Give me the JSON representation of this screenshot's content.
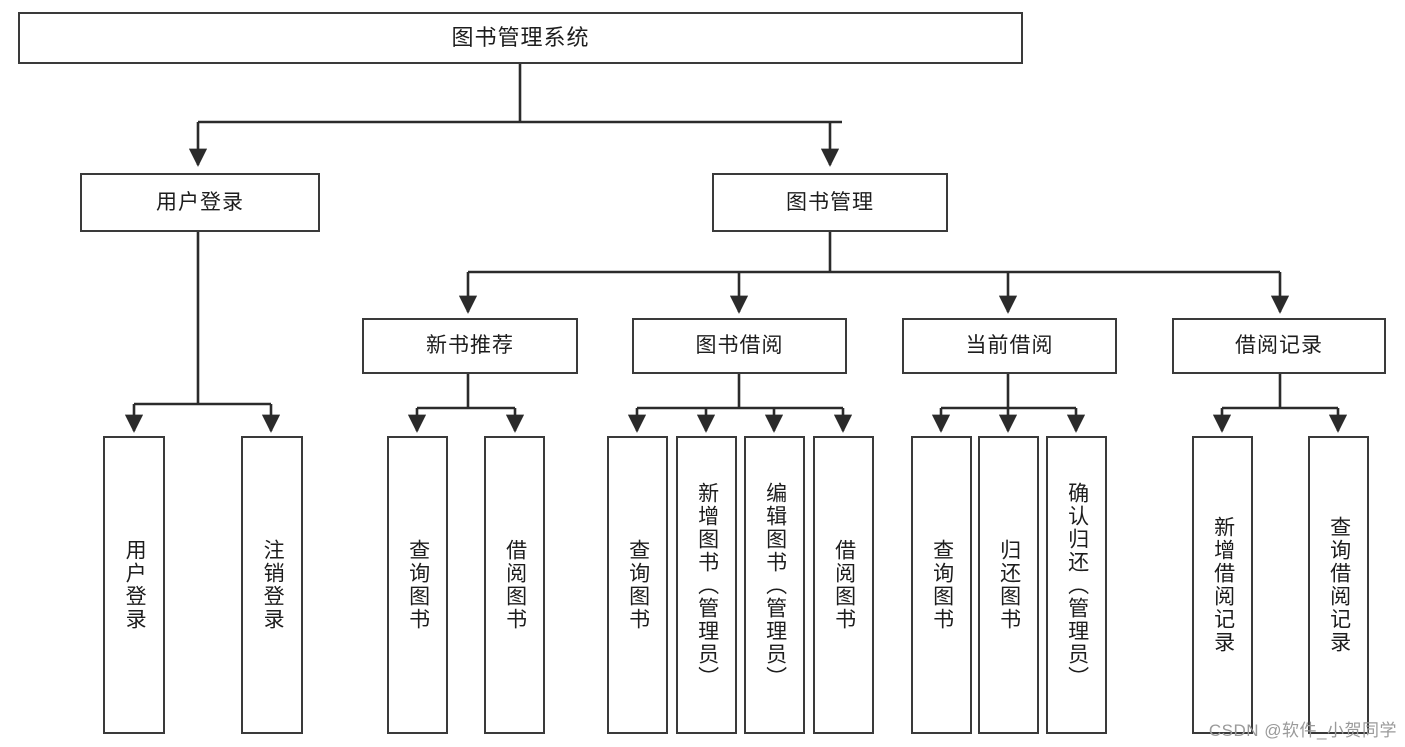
{
  "diagram": {
    "title": "图书管理系统",
    "type": "tree-hierarchy",
    "colors": {
      "border": "#3a3a3a",
      "fill": "#ffffff",
      "text": "#1d1d1d",
      "connector": "#2b2b2b",
      "watermark": "#9a9a9a"
    },
    "watermark": "CSDN @软件_小贺同学",
    "nodes": {
      "root": {
        "label": "图书管理系统"
      },
      "level2": [
        {
          "id": "user-login",
          "label": "用户登录"
        },
        {
          "id": "book-manage",
          "label": "图书管理"
        }
      ],
      "level3": [
        {
          "id": "new-book-recommend",
          "label": "新书推荐"
        },
        {
          "id": "book-borrow",
          "label": "图书借阅"
        },
        {
          "id": "current-borrow",
          "label": "当前借阅"
        },
        {
          "id": "borrow-record",
          "label": "借阅记录"
        }
      ],
      "leaves": {
        "user_login": [
          {
            "id": "leaf-user-login",
            "label": "用户登录"
          },
          {
            "id": "leaf-logout",
            "label": "注销登录"
          }
        ],
        "new_book_recommend": [
          {
            "id": "leaf-query-book-1",
            "label": "查询图书"
          },
          {
            "id": "leaf-borrow-book-1",
            "label": "借阅图书"
          }
        ],
        "book_borrow": [
          {
            "id": "leaf-query-book-2",
            "label": "查询图书"
          },
          {
            "id": "leaf-add-book",
            "label": "新增图书（管理员）"
          },
          {
            "id": "leaf-edit-book",
            "label": "编辑图书（管理员）"
          },
          {
            "id": "leaf-borrow-book-2",
            "label": "借阅图书"
          }
        ],
        "current_borrow": [
          {
            "id": "leaf-query-book-3",
            "label": "查询图书"
          },
          {
            "id": "leaf-return-book",
            "label": "归还图书"
          },
          {
            "id": "leaf-confirm-return",
            "label": "确认归还（管理员）"
          }
        ],
        "borrow_record": [
          {
            "id": "leaf-add-record",
            "label": "新增借阅记录"
          },
          {
            "id": "leaf-query-record",
            "label": "查询借阅记录"
          }
        ]
      }
    },
    "edges": [
      {
        "from": "图书管理系统",
        "to": "用户登录"
      },
      {
        "from": "图书管理系统",
        "to": "图书管理"
      },
      {
        "from": "图书管理",
        "to": "新书推荐"
      },
      {
        "from": "图书管理",
        "to": "图书借阅"
      },
      {
        "from": "图书管理",
        "to": "当前借阅"
      },
      {
        "from": "图书管理",
        "to": "借阅记录"
      },
      {
        "from": "用户登录",
        "to": "用户登录"
      },
      {
        "from": "用户登录",
        "to": "注销登录"
      },
      {
        "from": "新书推荐",
        "to": "查询图书"
      },
      {
        "from": "新书推荐",
        "to": "借阅图书"
      },
      {
        "from": "图书借阅",
        "to": "查询图书"
      },
      {
        "from": "图书借阅",
        "to": "新增图书（管理员）"
      },
      {
        "from": "图书借阅",
        "to": "编辑图书（管理员）"
      },
      {
        "from": "图书借阅",
        "to": "借阅图书"
      },
      {
        "from": "当前借阅",
        "to": "查询图书"
      },
      {
        "from": "当前借阅",
        "to": "归还图书"
      },
      {
        "from": "当前借阅",
        "to": "确认归还（管理员）"
      },
      {
        "from": "借阅记录",
        "to": "新增借阅记录"
      },
      {
        "from": "借阅记录",
        "to": "查询借阅记录"
      }
    ]
  }
}
